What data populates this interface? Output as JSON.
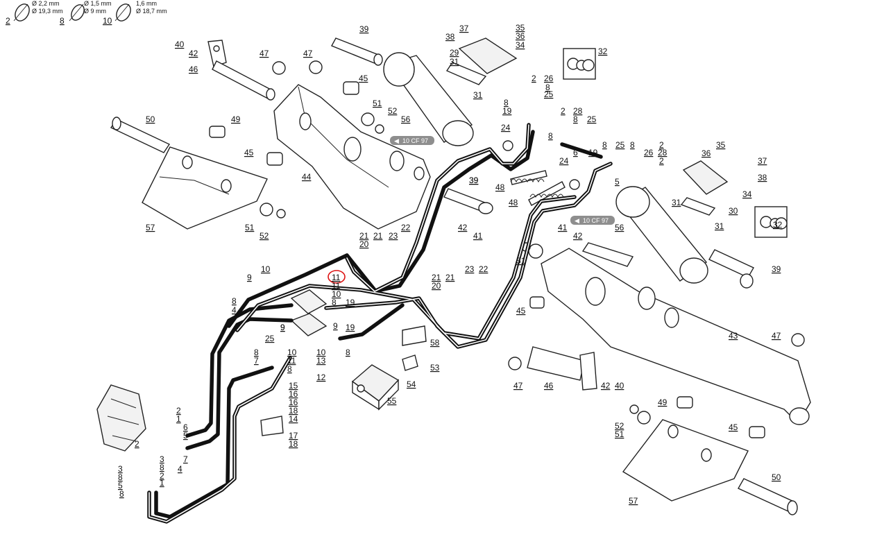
{
  "seal_specs": [
    {
      "callout": "2",
      "lines": [
        "Ø 2,2 mm",
        "Ø 19,3 mm"
      ]
    },
    {
      "callout": "8",
      "lines": [
        "Ø 1,5 mm",
        "Ø 9 mm"
      ]
    },
    {
      "callout": "10",
      "lines": [
        "1,6 mm",
        "Ø 18,7 mm"
      ]
    }
  ],
  "cross_refs": [
    "10 CF 97",
    "10 CF 97"
  ],
  "highlighted_callout": "11",
  "callouts": [
    "40",
    "42",
    "46",
    "47",
    "47",
    "39",
    "37",
    "35",
    "38",
    "36",
    "34",
    "32",
    "29",
    "31",
    "45",
    "51",
    "52",
    "56",
    "31",
    "2",
    "26",
    "8",
    "25",
    "50",
    "49",
    "8",
    "19",
    "2",
    "28",
    "8",
    "25",
    "45",
    "44",
    "24",
    "8",
    "6",
    "19",
    "8",
    "25",
    "8",
    "2",
    "26",
    "28",
    "2",
    "35",
    "36",
    "37",
    "38",
    "57",
    "39",
    "48",
    "48",
    "24",
    "5",
    "34",
    "31",
    "30",
    "31",
    "32",
    "42",
    "41",
    "51",
    "52",
    "41",
    "42",
    "51",
    "56",
    "22",
    "21",
    "20",
    "21",
    "23",
    "39",
    "39",
    "10",
    "11",
    "10",
    "9",
    "8",
    "19",
    "8",
    "4",
    "9",
    "9",
    "19",
    "21",
    "20",
    "21",
    "23",
    "22",
    "45",
    "25",
    "8",
    "7",
    "10",
    "11",
    "8",
    "10",
    "13",
    "12",
    "8",
    "58",
    "47",
    "43",
    "55",
    "54",
    "53",
    "9",
    "15",
    "16",
    "16",
    "18",
    "14",
    "17",
    "18",
    "46",
    "47",
    "42",
    "40",
    "2",
    "1",
    "6",
    "5",
    "2",
    "7",
    "3",
    "8",
    "2",
    "3",
    "8",
    "5",
    "8",
    "4",
    "1",
    "49",
    "52",
    "51",
    "45",
    "50",
    "57"
  ]
}
